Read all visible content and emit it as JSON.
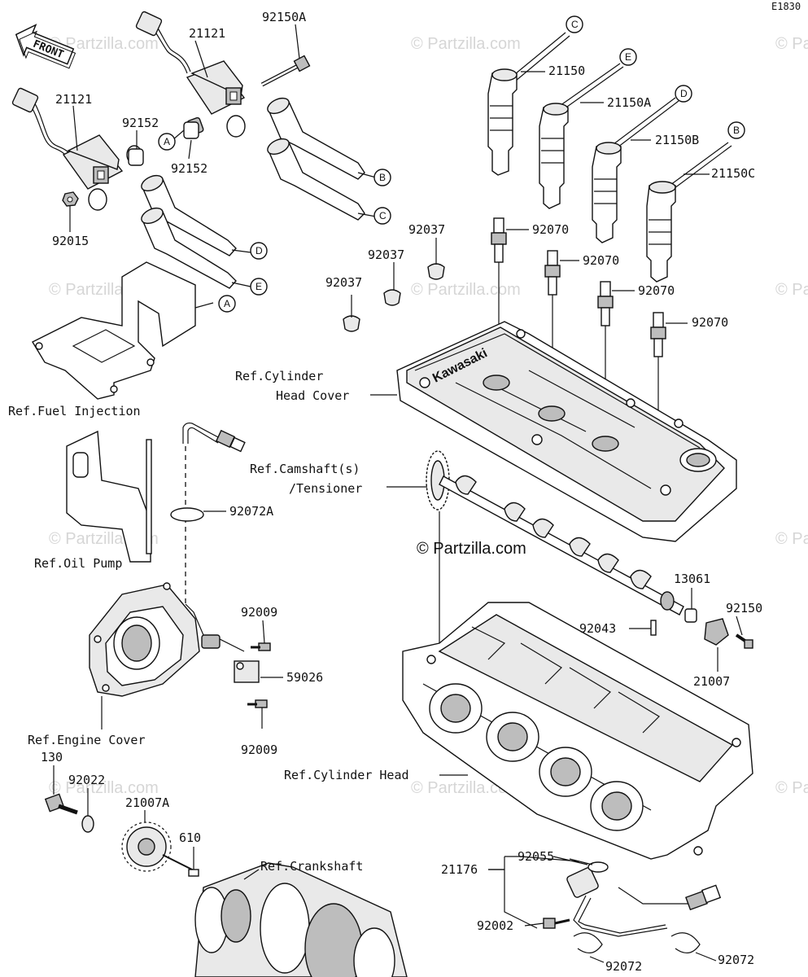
{
  "diagram_code": "E1830",
  "front_label": "FRONT",
  "watermark": "© Partzilla.com",
  "parts": {
    "p21121_top": "21121",
    "p92150A": "92150A",
    "p21121_left": "21121",
    "p92152_a": "92152",
    "p92152_b": "92152",
    "p92015": "92015",
    "p21150": "21150",
    "p21150A": "21150A",
    "p21150B": "21150B",
    "p21150C": "21150C",
    "p92037_a": "92037",
    "p92037_b": "92037",
    "p92037_c": "92037",
    "p92070_a": "92070",
    "p92070_b": "92070",
    "p92070_c": "92070",
    "p92070_d": "92070",
    "p92072A": "92072A",
    "p92009_a": "92009",
    "p59026": "59026",
    "p92009_b": "92009",
    "p13061": "13061",
    "p92150": "92150",
    "p92043": "92043",
    "p21007": "21007",
    "p130": "130",
    "p92022": "92022",
    "p21007A": "21007A",
    "p610": "610",
    "p21176": "21176",
    "p92055": "92055",
    "p92002": "92002",
    "p92072_a": "92072",
    "p92072_b": "92072"
  },
  "references": {
    "fuel_injection": "Ref.Fuel Injection",
    "cyl_head_cover_1": "Ref.Cylinder",
    "cyl_head_cover_2": "Head Cover",
    "camshaft_1": "Ref.Camshaft(s)",
    "camshaft_2": "/Tensioner",
    "oil_pump": "Ref.Oil Pump",
    "engine_cover": "Ref.Engine Cover",
    "cylinder_head": "Ref.Cylinder Head",
    "crankshaft": "Ref.Crankshaft"
  },
  "callouts": {
    "A1": "A",
    "A2": "A",
    "B1": "B",
    "B2": "B",
    "C1": "C",
    "C2": "C",
    "D1": "D",
    "D2": "D",
    "E1": "E",
    "E2": "E"
  },
  "brand_text": "Kawasaki"
}
